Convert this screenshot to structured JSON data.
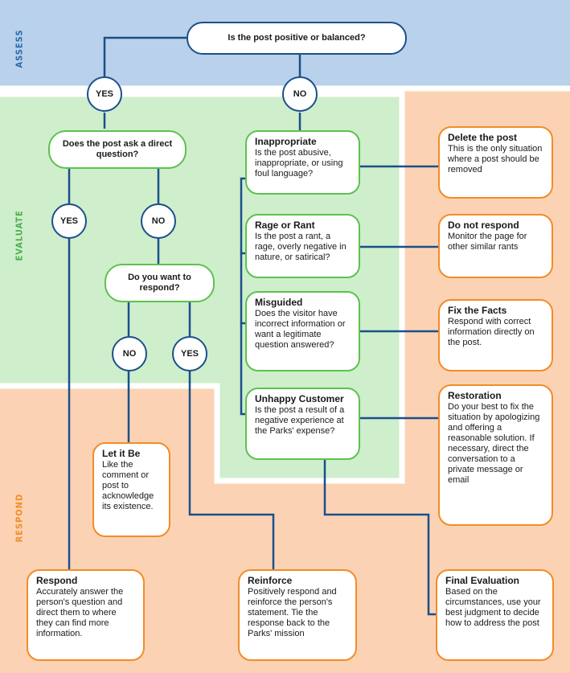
{
  "colors": {
    "assess_bg": "#b9d1ea",
    "evaluate_bg": "#cfeecb",
    "respond_bg": "#fbd3b4",
    "line": "#1b4f8c",
    "green_border": "#5cc24f",
    "orange_border": "#f28c28",
    "assess_label": "#2b6cb0",
    "evaluate_label": "#4caf50",
    "respond_label": "#f28c28"
  },
  "zones": {
    "assess": "ASSESS",
    "evaluate": "EVALUATE",
    "respond": "RESPOND"
  },
  "q1": "Is the post positive or balanced?",
  "q1_yes": "YES",
  "q1_no": "NO",
  "q2": "Does the post ask a direct question?",
  "q2_yes": "YES",
  "q2_no": "NO",
  "q3": "Do you want to respond?",
  "q3_no": "NO",
  "q3_yes": "YES",
  "inappropriate": {
    "title": "Inappropriate",
    "desc": "Is the post abusive, inappropriate, or using foul language?"
  },
  "rage": {
    "title": "Rage or Rant",
    "desc": "Is the post a rant, a rage, overly negative in nature, or satirical?"
  },
  "misguided": {
    "title": "Misguided",
    "desc": "Does the visitor have incorrect information or want a legitimate question answered?"
  },
  "unhappy": {
    "title": "Unhappy Customer",
    "desc": "Is the post a result of a negative experience at the Parks' expense?"
  },
  "delete": {
    "title": "Delete the post",
    "desc": "This is the only situation where a post should be removed"
  },
  "donot": {
    "title": "Do not respond",
    "desc": "Monitor the page for other similar rants"
  },
  "fix": {
    "title": "Fix the Facts",
    "desc": "Respond with correct information directly on the post."
  },
  "restoration": {
    "title": "Restoration",
    "desc": "Do your best to fix the situation by apologizing and offering a reasonable solution. If necessary, direct the conversation to a private message or email"
  },
  "letitbe": {
    "title": "Let it Be",
    "desc": "Like the comment or post to acknowledge its existence."
  },
  "respond": {
    "title": "Respond",
    "desc": "Accurately answer the person's question and direct them to where they can find more information."
  },
  "reinforce": {
    "title": "Reinforce",
    "desc": "Positively respond and reinforce the person's statement. Tie the response back to the Parks' mission"
  },
  "final": {
    "title": "Final Evaluation",
    "desc": "Based on the circumstances, use your best judgment to decide how to address the post"
  }
}
